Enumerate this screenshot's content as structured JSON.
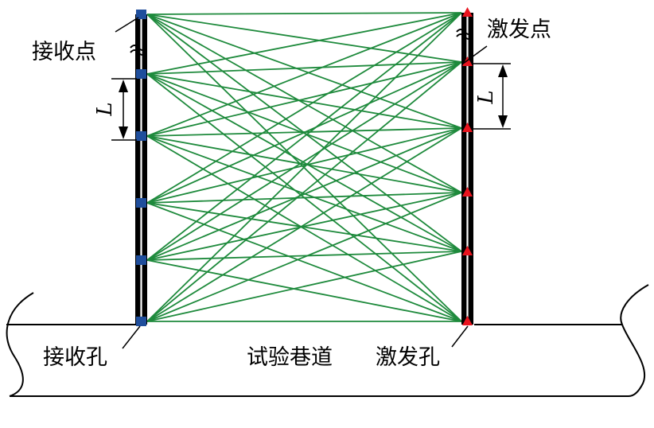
{
  "labels": {
    "receiver_point": "接收点",
    "source_point": "激发点",
    "receiver_hole": "接收孔",
    "source_hole": "激发孔",
    "tunnel": "试验巷道",
    "spacing_left": "L",
    "spacing_right": "L"
  },
  "colors": {
    "ray": "#1e8a3c",
    "receiver_marker": "#1f4e9c",
    "source_marker": "#e8141e",
    "borehole": "#000000"
  },
  "receiver_count": 6,
  "source_count": 6
}
